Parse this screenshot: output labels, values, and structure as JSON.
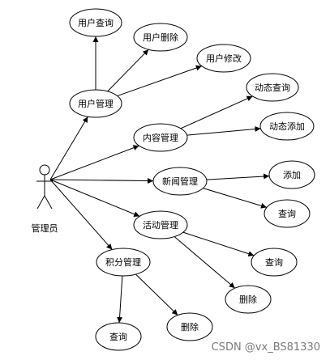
{
  "diagram": {
    "actor": {
      "id": "actor",
      "label": "管理员"
    },
    "nodes": [
      {
        "id": "user_query",
        "label": "用户查询"
      },
      {
        "id": "user_delete",
        "label": "用户删除"
      },
      {
        "id": "user_edit",
        "label": "用户修改"
      },
      {
        "id": "user_mgmt",
        "label": "用户管理"
      },
      {
        "id": "dyn_query",
        "label": "动态查询"
      },
      {
        "id": "content_mgmt",
        "label": "内容管理"
      },
      {
        "id": "dyn_add",
        "label": "动态添加"
      },
      {
        "id": "news_mgmt",
        "label": "新闻管理"
      },
      {
        "id": "news_add",
        "label": "添加"
      },
      {
        "id": "news_query",
        "label": "查询"
      },
      {
        "id": "activity_mgmt",
        "label": "活动管理"
      },
      {
        "id": "activity_query",
        "label": "查询"
      },
      {
        "id": "activity_delete",
        "label": "删除"
      },
      {
        "id": "points_mgmt",
        "label": "积分管理"
      },
      {
        "id": "points_query",
        "label": "查询"
      },
      {
        "id": "points_delete",
        "label": "删除"
      }
    ],
    "edges": [
      {
        "from": "actor",
        "to": "user_mgmt"
      },
      {
        "from": "actor",
        "to": "content_mgmt"
      },
      {
        "from": "actor",
        "to": "news_mgmt"
      },
      {
        "from": "actor",
        "to": "activity_mgmt"
      },
      {
        "from": "actor",
        "to": "points_mgmt"
      },
      {
        "from": "user_mgmt",
        "to": "user_query"
      },
      {
        "from": "user_mgmt",
        "to": "user_delete"
      },
      {
        "from": "user_mgmt",
        "to": "user_edit"
      },
      {
        "from": "content_mgmt",
        "to": "dyn_query"
      },
      {
        "from": "content_mgmt",
        "to": "dyn_add"
      },
      {
        "from": "news_mgmt",
        "to": "news_add"
      },
      {
        "from": "news_mgmt",
        "to": "news_query"
      },
      {
        "from": "activity_mgmt",
        "to": "activity_query"
      },
      {
        "from": "activity_mgmt",
        "to": "activity_delete"
      },
      {
        "from": "points_mgmt",
        "to": "points_query"
      },
      {
        "from": "points_mgmt",
        "to": "points_delete"
      }
    ]
  },
  "watermark": "CSDN @vx_BS81330"
}
